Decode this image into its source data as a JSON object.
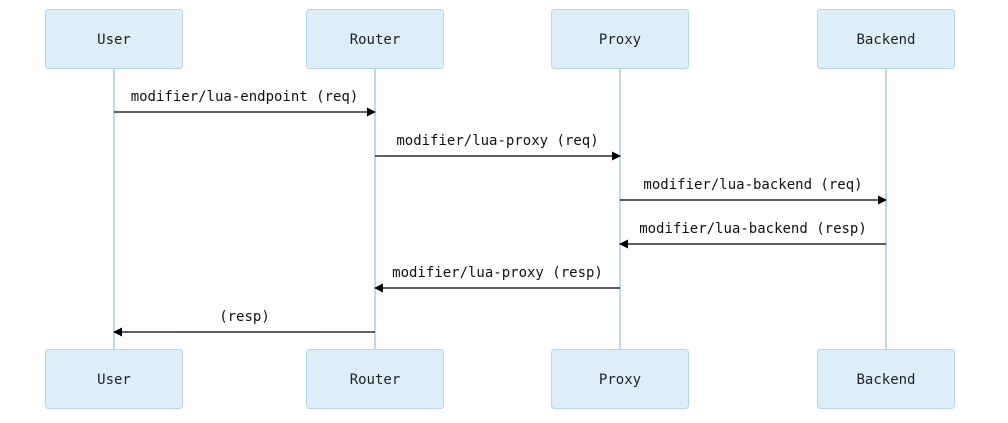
{
  "participants": [
    {
      "id": "user",
      "label": "User"
    },
    {
      "id": "router",
      "label": "Router"
    },
    {
      "id": "proxy",
      "label": "Proxy"
    },
    {
      "id": "backend",
      "label": "Backend"
    }
  ],
  "messages": [
    {
      "from": "user",
      "to": "router",
      "label": "modifier/lua-endpoint (req)"
    },
    {
      "from": "router",
      "to": "proxy",
      "label": "modifier/lua-proxy (req)"
    },
    {
      "from": "proxy",
      "to": "backend",
      "label": "modifier/lua-backend (req)"
    },
    {
      "from": "backend",
      "to": "proxy",
      "label": "modifier/lua-backend (resp)"
    },
    {
      "from": "proxy",
      "to": "router",
      "label": "modifier/lua-proxy (resp)"
    },
    {
      "from": "router",
      "to": "user",
      "label": "(resp)"
    }
  ],
  "colors": {
    "actor_fill": "#ddeef9",
    "actor_border": "#b3d4ec",
    "lifeline": "#a8cbe6",
    "arrow": "#000000"
  }
}
